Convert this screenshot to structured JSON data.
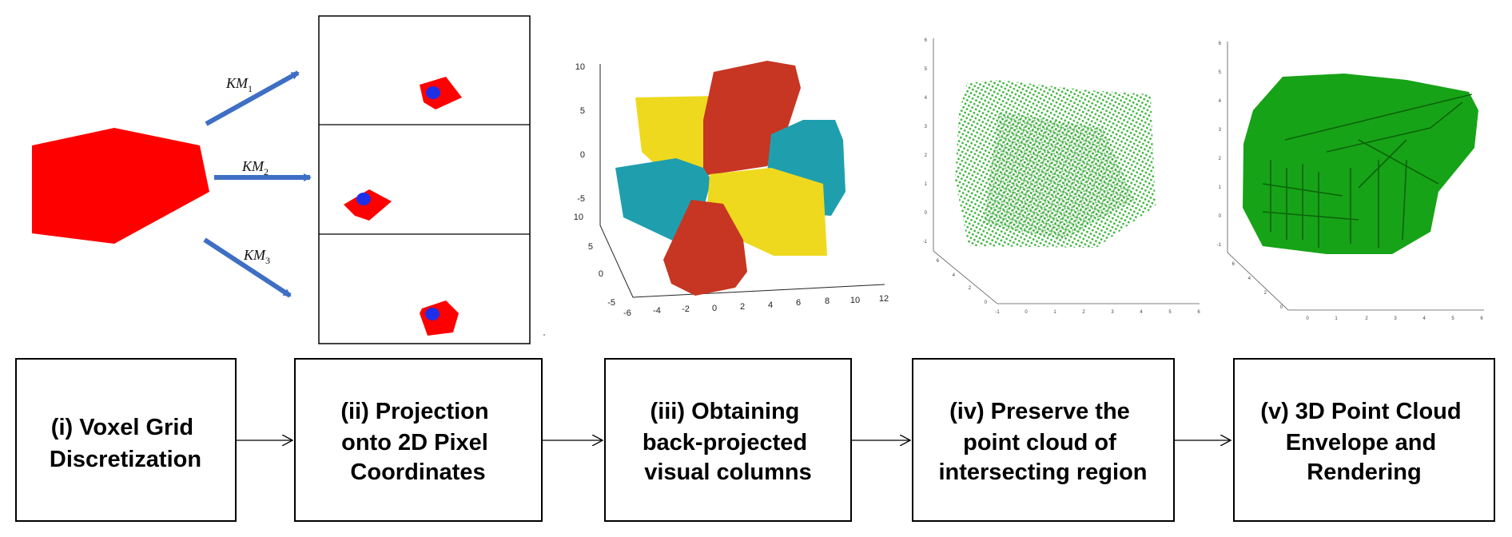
{
  "steps": [
    {
      "lines": [
        "(i) Voxel Grid",
        "Discretization"
      ]
    },
    {
      "lines": [
        "(ii) Projection",
        "onto 2D Pixel",
        "Coordinates"
      ]
    },
    {
      "lines": [
        "(iii) Obtaining",
        "back-projected",
        "visual columns"
      ]
    },
    {
      "lines": [
        "(iv) Preserve the",
        "point cloud of",
        "intersecting region"
      ]
    },
    {
      "lines": [
        "(v) 3D Point Cloud",
        "Envelope and",
        "Rendering"
      ]
    }
  ],
  "projection_labels": [
    {
      "base": "KM",
      "sub": "1"
    },
    {
      "base": "KM",
      "sub": "2"
    },
    {
      "base": "KM",
      "sub": "3"
    }
  ],
  "plot3": {
    "z_ticks": [
      "10",
      "5",
      "0",
      "-5"
    ],
    "y_ticks": [
      "10",
      "5",
      "0",
      "-5"
    ],
    "x_ticks": [
      "-6",
      "-4",
      "-2",
      "0",
      "2",
      "4",
      "6",
      "8",
      "10",
      "12"
    ]
  },
  "plot4": {
    "z_ticks": [
      "6",
      "5",
      "4",
      "3",
      "2",
      "1",
      "0",
      "-1"
    ],
    "y_ticks": [
      "6",
      "4",
      "2",
      "0"
    ],
    "x_ticks": [
      "-1",
      "0",
      "1",
      "2",
      "3",
      "4",
      "5",
      "6"
    ]
  },
  "plot5": {
    "z_ticks": [
      "6",
      "5",
      "4",
      "3",
      "2",
      "1",
      "0",
      "-1"
    ],
    "y_ticks": [
      "6",
      "4",
      "2",
      "0"
    ],
    "x_ticks": [
      "0",
      "1",
      "2",
      "3",
      "4",
      "5",
      "6"
    ]
  },
  "colors": {
    "hexagon": "#ff0000",
    "arrow_blue": "#3e6fc4",
    "blob_red": "#ff0000",
    "blob_blue": "#1f2fe8",
    "column_red": "#c73622",
    "column_yellow": "#eed91e",
    "column_teal": "#1f9fae",
    "cloud_green": "#3cb43c",
    "mesh_green": "#17a317"
  }
}
